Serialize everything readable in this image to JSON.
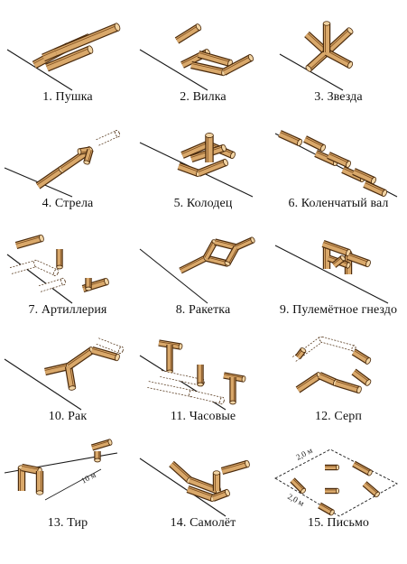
{
  "figures": [
    {
      "id": "pushka",
      "label": "1. Пушка"
    },
    {
      "id": "vilka",
      "label": "2. Вилка"
    },
    {
      "id": "zvezda",
      "label": "3. Звезда"
    },
    {
      "id": "strela",
      "label": "4. Стрела"
    },
    {
      "id": "kolodets",
      "label": "5. Колодец"
    },
    {
      "id": "kolenchaty-val",
      "label": "6. Коленчатый вал"
    },
    {
      "id": "artilleriya",
      "label": "7. Артиллерия"
    },
    {
      "id": "raketka",
      "label": "8. Ракетка"
    },
    {
      "id": "pulemetnoe-gnezdo",
      "label": "9. Пулемётное гнездо"
    },
    {
      "id": "rak",
      "label": "10. Рак"
    },
    {
      "id": "chasovye",
      "label": "11. Часовые"
    },
    {
      "id": "serp",
      "label": "12. Серп"
    },
    {
      "id": "tir",
      "label": "13. Тир"
    },
    {
      "id": "samolet",
      "label": "14. Самолёт"
    },
    {
      "id": "pismo",
      "label": "15. Письмо"
    }
  ],
  "annotations": {
    "tir_distance": "10 м",
    "pismo_side_top": "2,0 м",
    "pismo_side_left": "2,0 м"
  },
  "colors": {
    "log_fill": "#d9a86a",
    "log_edge": "#4a2a0c",
    "log_end": "#f2d4a3",
    "ground": "#1a1a1a"
  }
}
